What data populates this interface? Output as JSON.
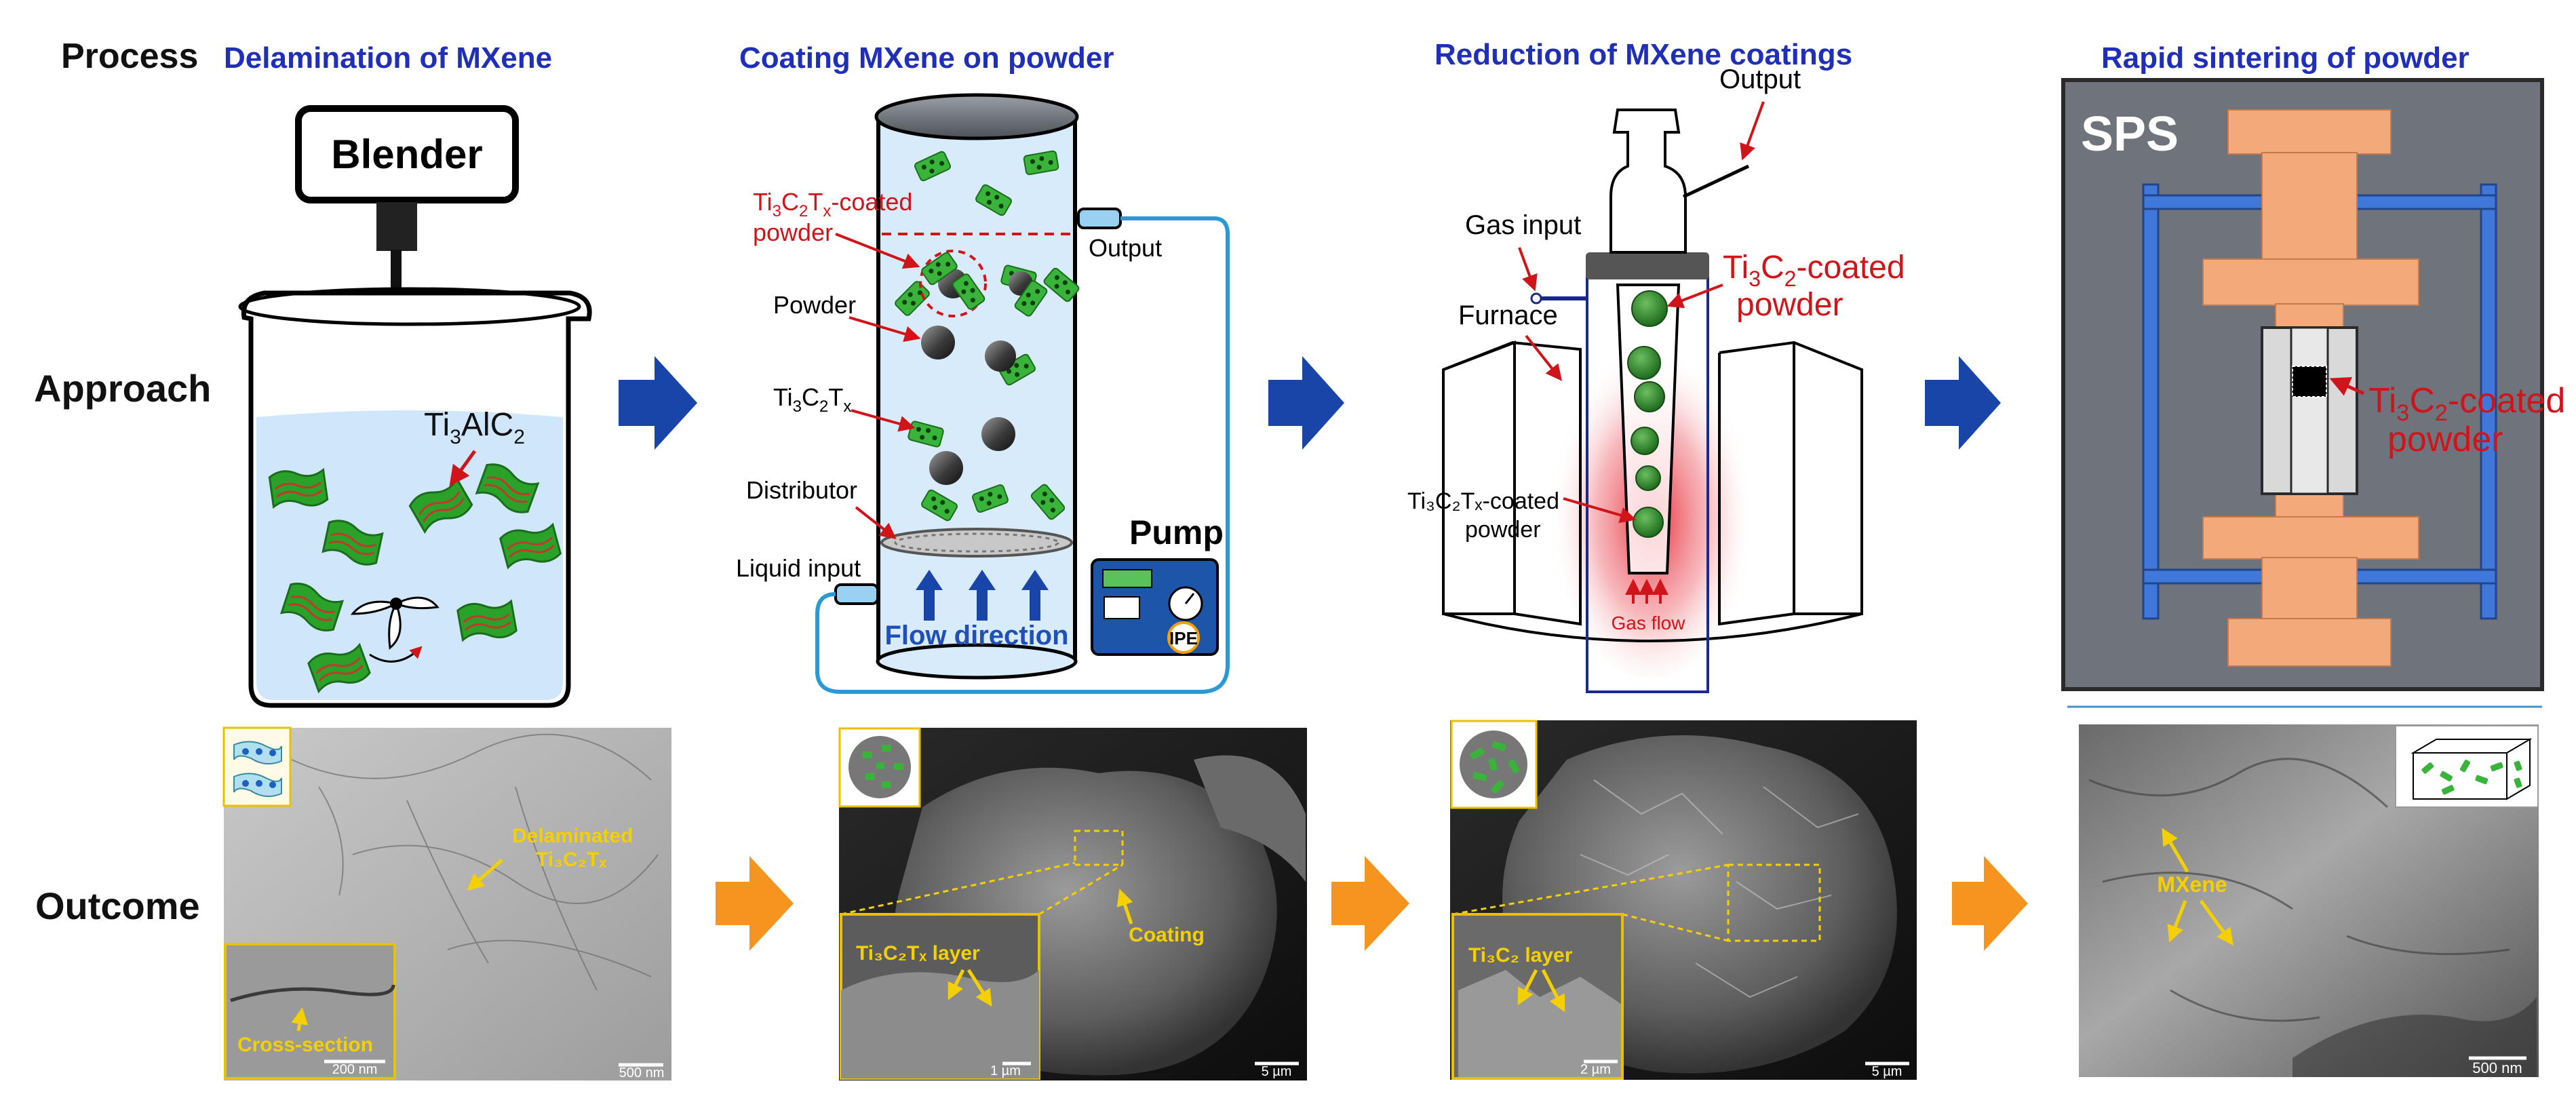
{
  "rows": {
    "process": "Process",
    "approach": "Approach",
    "outcome": "Outcome"
  },
  "steps": [
    "Delamination of MXene",
    "Coating MXene on powder",
    "Reduction of MXene coatings",
    "Rapid sintering of powder"
  ],
  "panel1": {
    "blender": "Blender",
    "flake_label_main": "Ti",
    "flake_label_sub1": "3",
    "flake_label_mid": "AlC",
    "flake_label_sub2": "2"
  },
  "panel2": {
    "coated_powder_line1_main": "Ti",
    "coated_powder_line1_sub1": "3",
    "coated_powder_line1_mid": "C",
    "coated_powder_line1_sub2": "2",
    "coated_powder_line1_T": "T",
    "coated_powder_line1_subx": "x",
    "coated_powder_line1_rest": "-coated",
    "coated_powder_line2": "powder",
    "output": "Output",
    "powder": "Powder",
    "mxene_main": "Ti",
    "mxene_sub1": "3",
    "mxene_mid": "C",
    "mxene_sub2": "2",
    "mxene_T": "T",
    "mxene_subx": "x",
    "distributor": "Distributor",
    "liquid_input": "Liquid input",
    "flow_direction": "Flow direction",
    "pump": "Pump",
    "pump_brand": "IPE"
  },
  "panel3": {
    "output": "Output",
    "gas_input": "Gas input",
    "furnace": "Furnace",
    "coated_line1_main": "Ti",
    "coated_line1_sub1": "3",
    "coated_line1_mid": "C",
    "coated_line1_sub2": "2",
    "coated_line1_rest": "-coated",
    "coated_line2": "powder",
    "in_coated_line1": "Ti₃C₂Tₓ-coated",
    "in_coated_line2": "powder",
    "gas_flow": "Gas flow"
  },
  "panel4": {
    "sps": "SPS",
    "coated_line1_main": "Ti",
    "coated_line1_sub1": "3",
    "coated_line1_mid": "C",
    "coated_line1_sub2": "2",
    "coated_line1_rest": "-coated",
    "coated_line2": "powder"
  },
  "outcome1": {
    "delam_line1": "Delaminated",
    "delam_line2": "Ti₃C₂Tₓ",
    "cross_section": "Cross-section",
    "scale_inset": "200 nm",
    "scale_main": "500 nm"
  },
  "outcome2": {
    "layer": "Ti₃C₂Tₓ layer",
    "coating": "Coating",
    "scale_inset": "1 µm",
    "scale_main": "5 µm"
  },
  "outcome3": {
    "layer": "Ti₃C₂ layer",
    "scale_inset": "2 µm",
    "scale_main": "5 µm"
  },
  "outcome4": {
    "mxene": "MXene",
    "scale_main": "500 nm"
  },
  "colors": {
    "title_blue": "#1f2fb7",
    "label_red": "#d0141a",
    "callout_yellow": "#f5d000",
    "arrow_blue": "#1a45a8",
    "arrow_orange": "#f5951f",
    "flake_green": "#2aa22a",
    "water_blue": "#cfe6fb",
    "sps_orange": "#f4a97a",
    "sps_panel": "#6f737b"
  }
}
